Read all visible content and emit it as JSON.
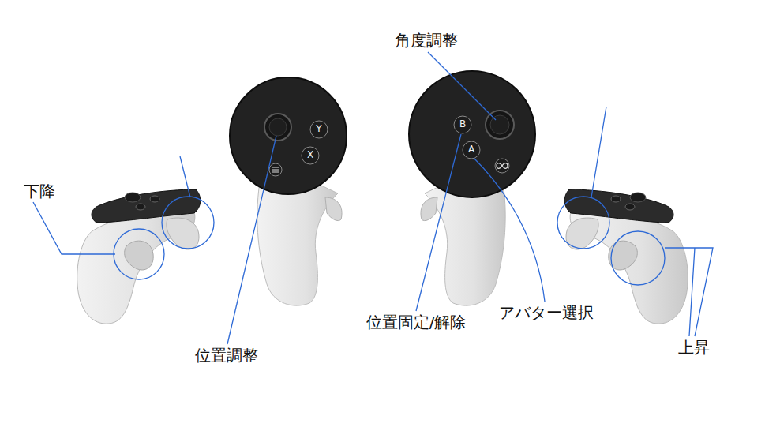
{
  "diagram": {
    "labels": [
      "角度調整",
      "下降",
      "位置調整",
      "位置固定/解除",
      "アバター選択",
      "上昇",
      "Y",
      "X",
      "B",
      "A"
    ]
  }
}
